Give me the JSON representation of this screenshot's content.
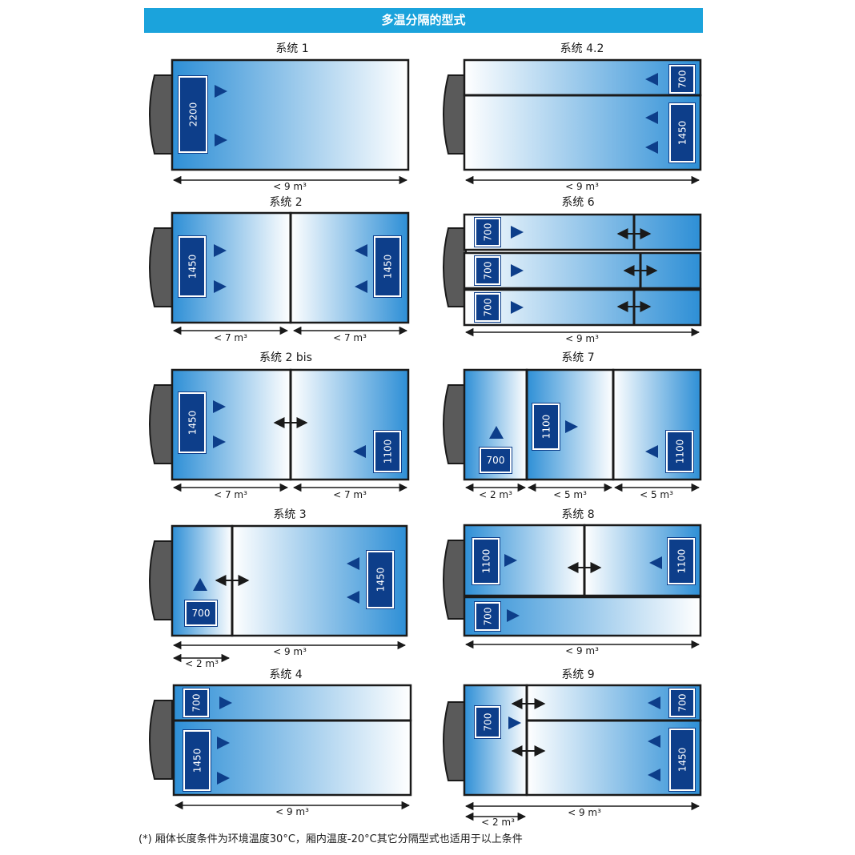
{
  "header": {
    "title": "多温分隔的型式"
  },
  "colors": {
    "banner": "#1ba3dc",
    "unit": "#0d3e8a",
    "cab": "#5a5a5a",
    "gradient_start": "#2e8fd6",
    "gradient_end": "#ffffff"
  },
  "systems": [
    {
      "title": "系统 1",
      "units": [
        "2200"
      ],
      "dimensions": [
        "< 9 m³"
      ]
    },
    {
      "title": "系统 4.2",
      "units": [
        "700",
        "1450"
      ],
      "dimensions": [
        "< 9 m³"
      ]
    },
    {
      "title": "系统 2",
      "units": [
        "1450",
        "1450"
      ],
      "dimensions": [
        "< 7 m³",
        "< 7 m³"
      ]
    },
    {
      "title": "系统 6",
      "units": [
        "700",
        "700",
        "700"
      ],
      "dimensions": [
        "< 9 m³"
      ]
    },
    {
      "title": "系统 2 bis",
      "units": [
        "1450",
        "1100"
      ],
      "dimensions": [
        "< 7 m³",
        "< 7 m³"
      ]
    },
    {
      "title": "系统 7",
      "units": [
        "700",
        "1100",
        "1100"
      ],
      "dimensions": [
        "< 2 m³",
        "< 5 m³",
        "< 5 m³"
      ]
    },
    {
      "title": "系统 3",
      "units": [
        "700",
        "1450"
      ],
      "dimensions": [
        "< 9 m³",
        "< 2 m³"
      ]
    },
    {
      "title": "系统 8",
      "units": [
        "1100",
        "1100",
        "700"
      ],
      "dimensions": [
        "< 9 m³"
      ]
    },
    {
      "title": "系统 4",
      "units": [
        "700",
        "1450"
      ],
      "dimensions": [
        "< 9 m³"
      ]
    },
    {
      "title": "系统 9",
      "units": [
        "700",
        "700",
        "1450"
      ],
      "dimensions": [
        "< 9 m³",
        "< 2 m³"
      ]
    }
  ],
  "footnote": "(*) 厢体长度条件为环境温度30°C，厢内温度-20°C其它分隔型式也适用于以上条件"
}
